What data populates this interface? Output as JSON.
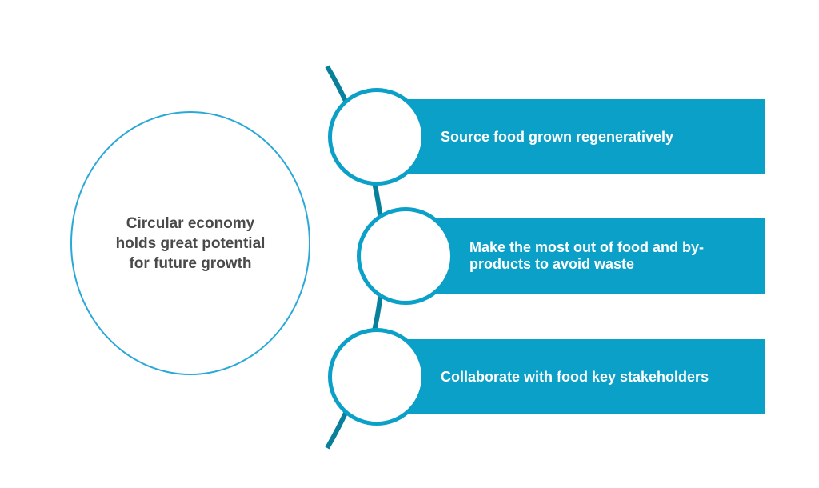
{
  "center": {
    "text": "Circular economy holds great potential for future growth"
  },
  "items": [
    {
      "label": "Source food grown regeneratively"
    },
    {
      "label": "Make the most out of food and by-products to avoid waste"
    },
    {
      "label": "Collaborate with food key stakeholders"
    }
  ],
  "colors": {
    "banner": "#0aa0c8",
    "arc": "#08809c",
    "outline": "#2aa8d8",
    "center_text": "#4a4a4a"
  }
}
